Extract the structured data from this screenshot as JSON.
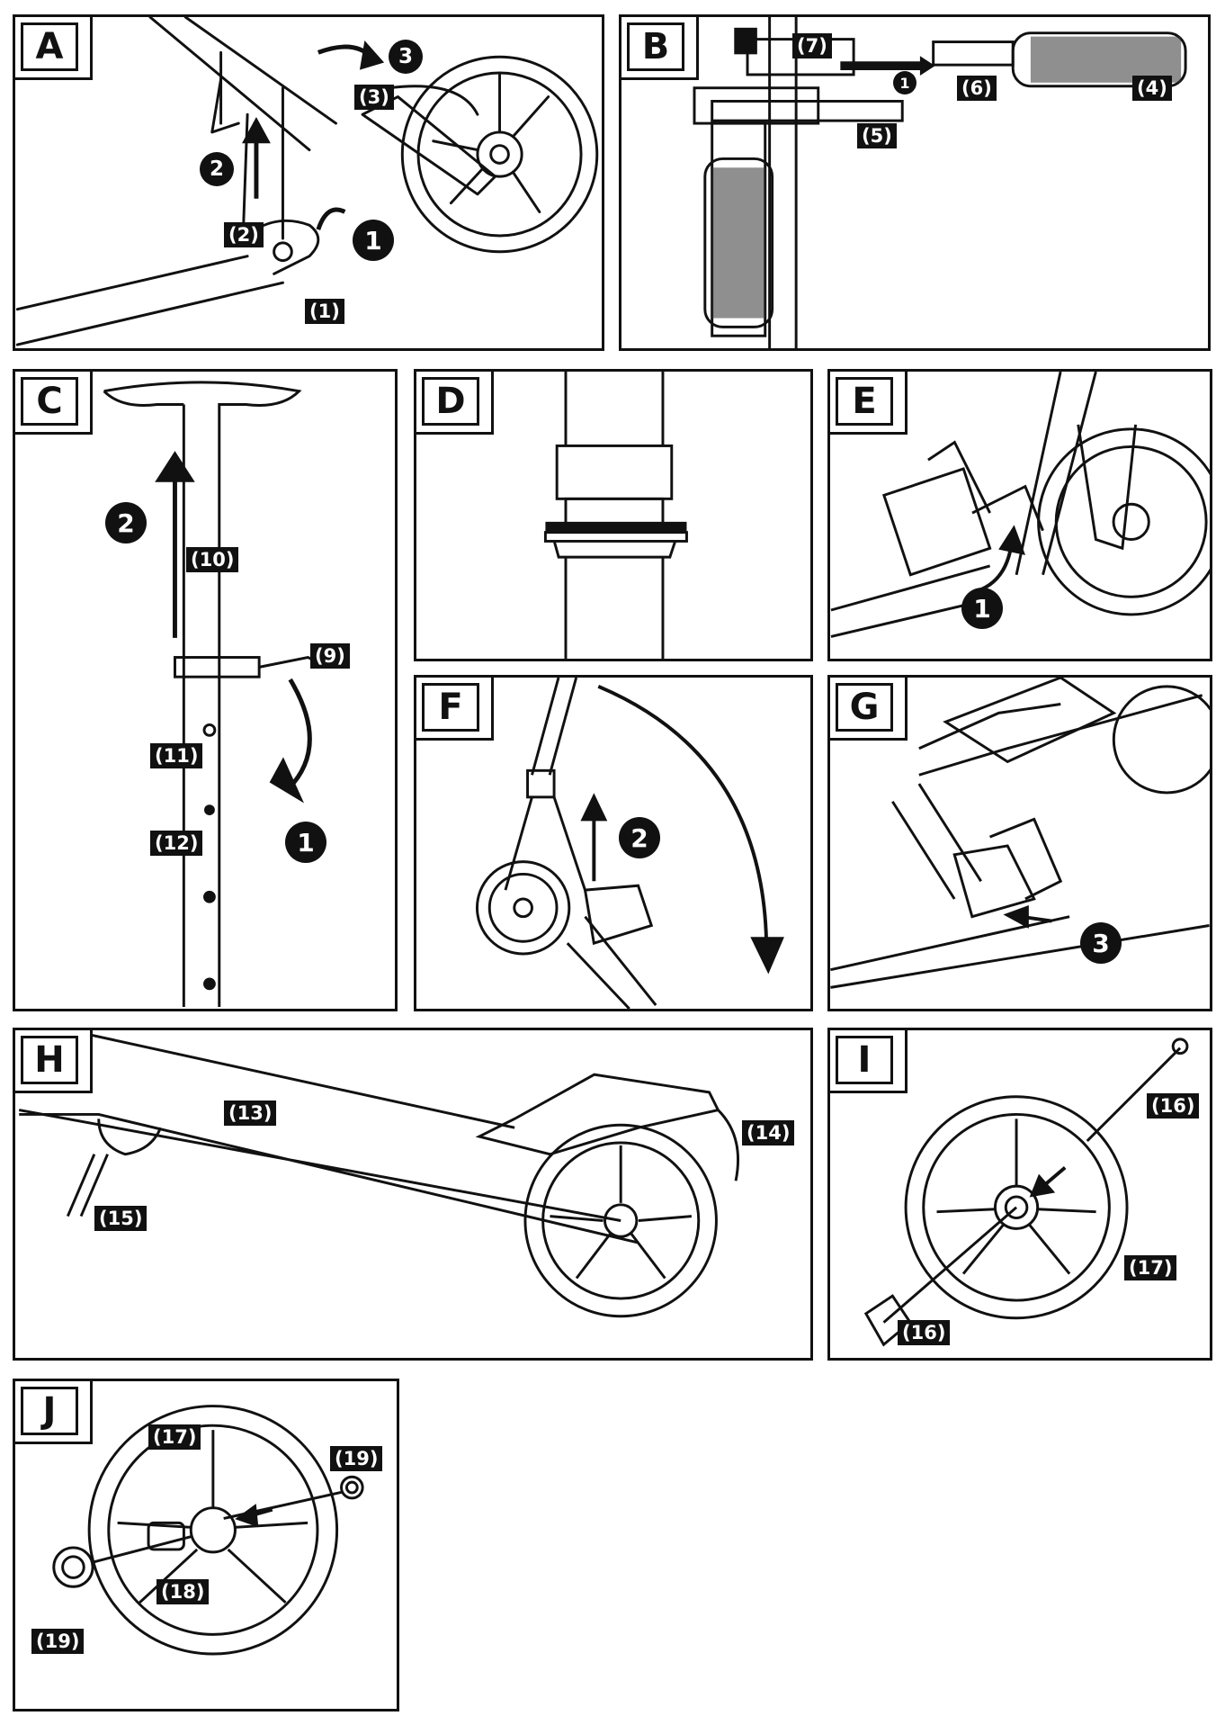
{
  "panels": {
    "A": {
      "label": "A",
      "parts": [
        "(1)",
        "(2)",
        "(3)"
      ],
      "steps": [
        "1",
        "2",
        "3"
      ]
    },
    "B": {
      "label": "B",
      "parts": [
        "(4)",
        "(5)",
        "(6)",
        "(7)"
      ],
      "steps": [
        "1"
      ]
    },
    "C": {
      "label": "C",
      "parts": [
        "(9)",
        "(10)",
        "(11)",
        "(12)"
      ],
      "steps": [
        "1",
        "2"
      ]
    },
    "D": {
      "label": "D"
    },
    "E": {
      "label": "E",
      "steps": [
        "1"
      ]
    },
    "F": {
      "label": "F",
      "steps": [
        "2"
      ]
    },
    "G": {
      "label": "G",
      "steps": [
        "3"
      ]
    },
    "H": {
      "label": "H",
      "parts": [
        "(13)",
        "(14)",
        "(15)"
      ]
    },
    "I": {
      "label": "I",
      "parts": [
        "(16)",
        "(16)",
        "(17)"
      ]
    },
    "J": {
      "label": "J",
      "parts": [
        "(17)",
        "(19)",
        "(18)",
        "(19)"
      ]
    }
  }
}
